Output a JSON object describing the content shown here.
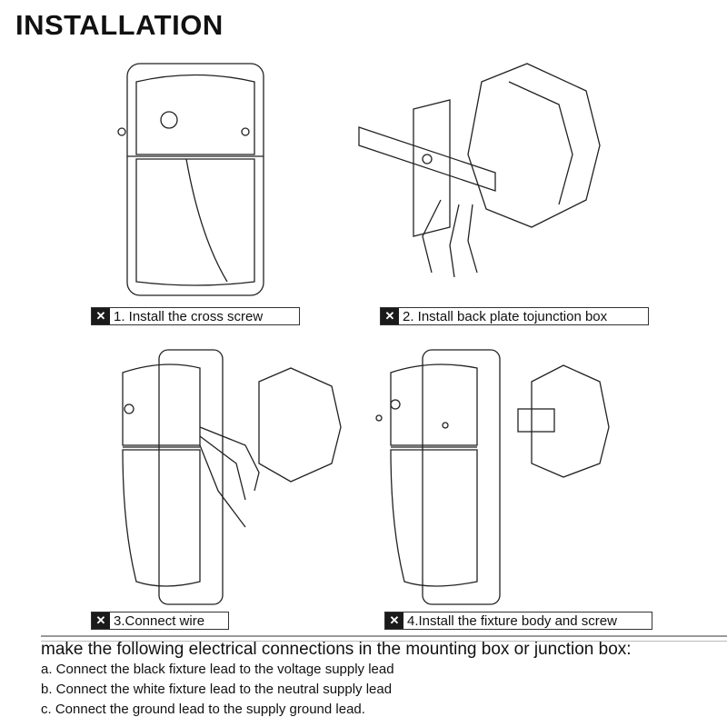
{
  "title": "INSTALLATION",
  "steps": [
    {
      "label": "1. Install the cross screw",
      "icon": "tools-icon"
    },
    {
      "label": "2. Install back plate tojunction box",
      "icon": "tools-icon"
    },
    {
      "label": "3.Connect wire",
      "icon": "tools-icon"
    },
    {
      "label": "4.Install the fixture body and screw",
      "icon": "tools-icon"
    }
  ],
  "instructions": {
    "lead": "make the following electrical connections in the mounting box or junction box:",
    "items": [
      "a. Connect the black fixture lead to the voltage supply lead",
      "b. Connect the white fixture lead to the neutral supply lead",
      "c. Connect the ground lead to the supply ground lead."
    ]
  }
}
